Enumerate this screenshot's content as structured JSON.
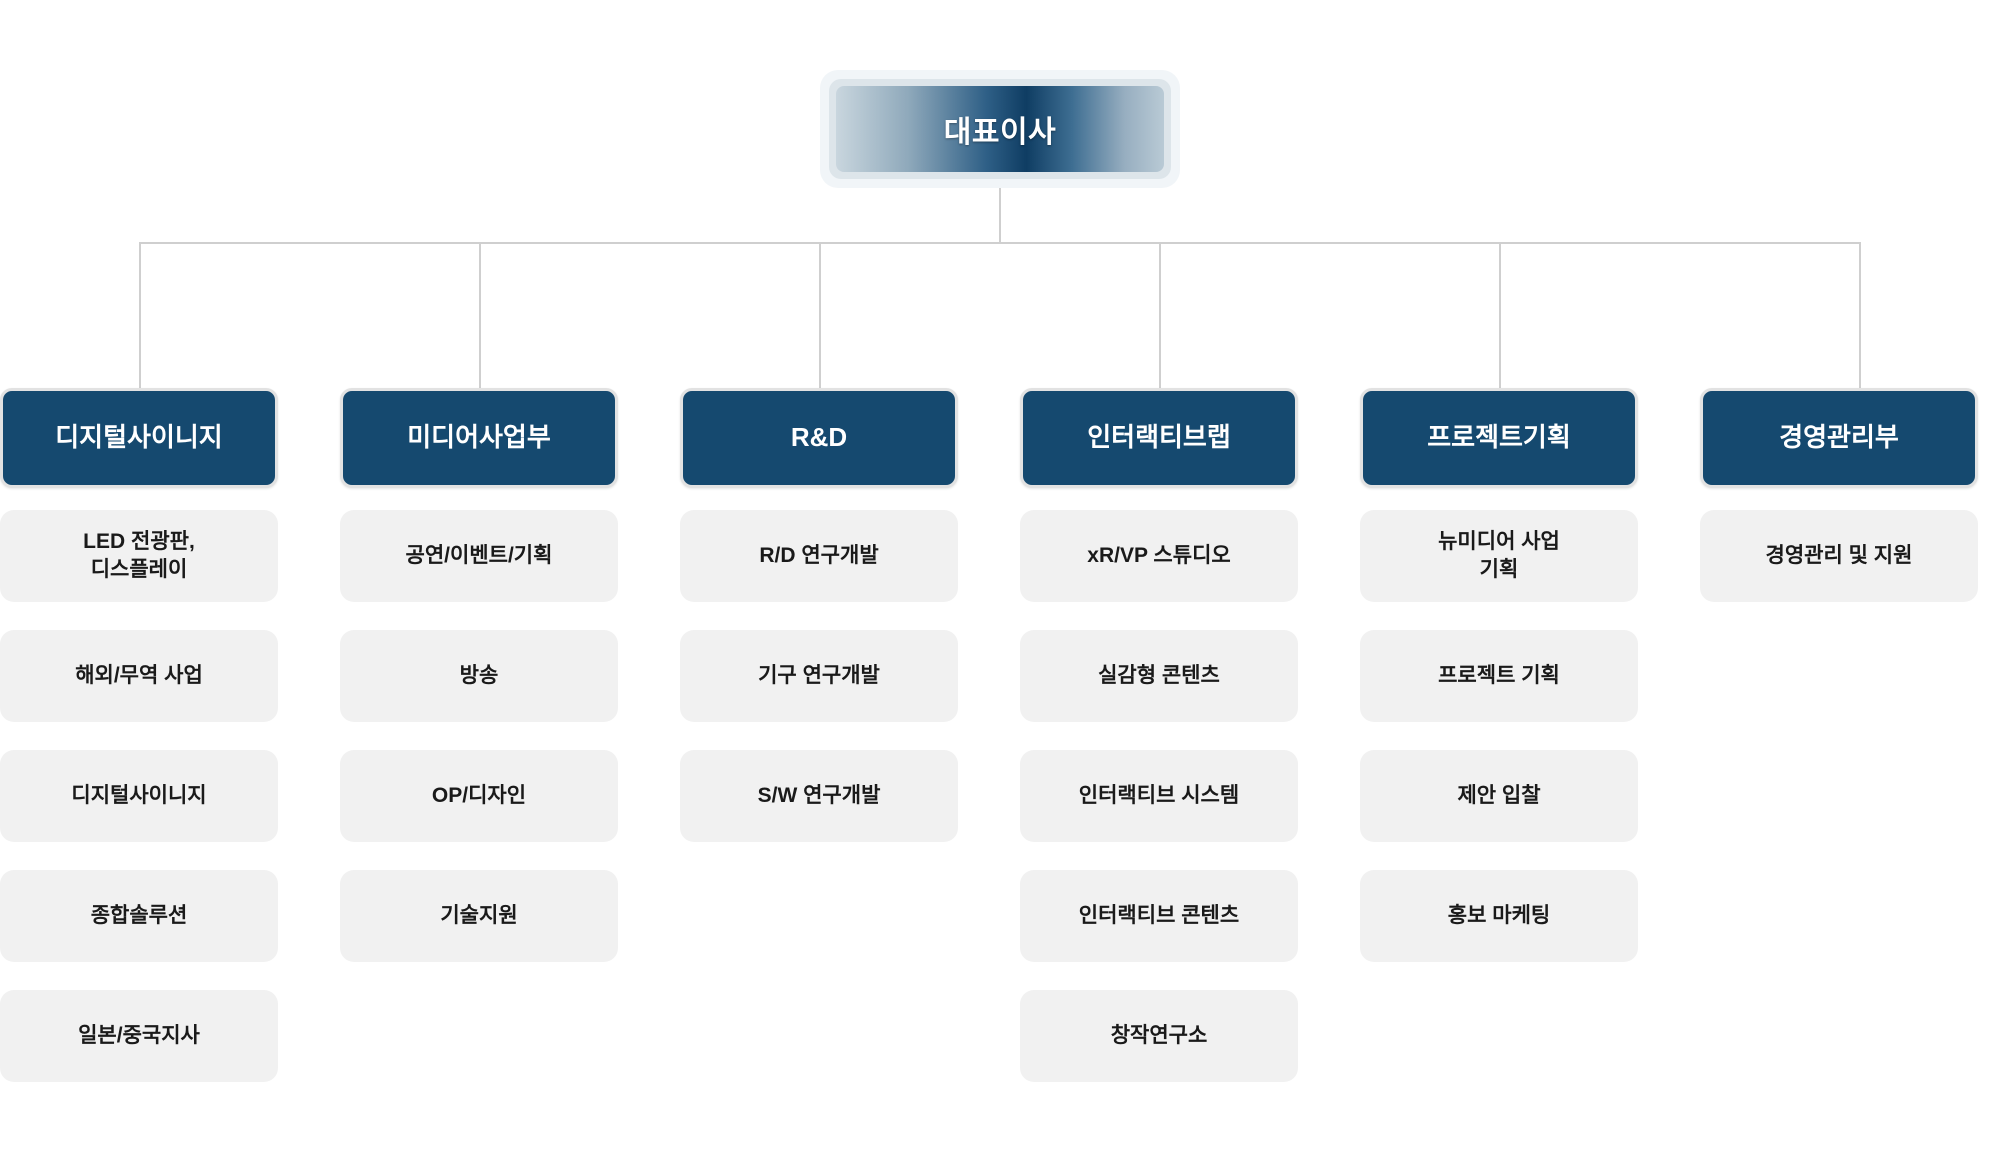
{
  "meta": {
    "title": "조직도",
    "colors": {
      "dept_header_bg": "#15496f",
      "dept_header_border": "#e2e2e2",
      "sub_item_bg": "#f1f1f1",
      "sub_item_text": "#1a1a1a",
      "connector_line": "#cfcfcf",
      "root_outer": "#f1f5f8",
      "root_mid": "#dde5ea",
      "root_gradient_light": "#c9d6de",
      "root_gradient_dark": "#0f3d63",
      "page_bg": "#ffffff"
    }
  },
  "root": {
    "label": "대표이사"
  },
  "departments": [
    {
      "header": "디지털사이니지",
      "items": [
        "LED 전광판,\n디스플레이",
        "해외/무역 사업",
        "디지털사이니지",
        "종합솔루션",
        "일본/중국지사"
      ]
    },
    {
      "header": "미디어사업부",
      "items": [
        "공연/이벤트/기획",
        "방송",
        "OP/디자인",
        "기술지원"
      ]
    },
    {
      "header": "R&D",
      "items": [
        "R/D 연구개발",
        "기구 연구개발",
        "S/W 연구개발"
      ]
    },
    {
      "header": "인터랙티브랩",
      "items": [
        "xR/VP 스튜디오",
        "실감형 콘텐츠",
        "인터랙티브 시스템",
        "인터랙티브 콘텐츠",
        "창작연구소"
      ]
    },
    {
      "header": "프로젝트기획",
      "items": [
        "뉴미디어 사업\n기획",
        "프로젝트 기획",
        "제안 입찰",
        "홍보 마케팅"
      ]
    },
    {
      "header": "경영관리부",
      "items": [
        "경영관리 및 지원"
      ]
    }
  ]
}
